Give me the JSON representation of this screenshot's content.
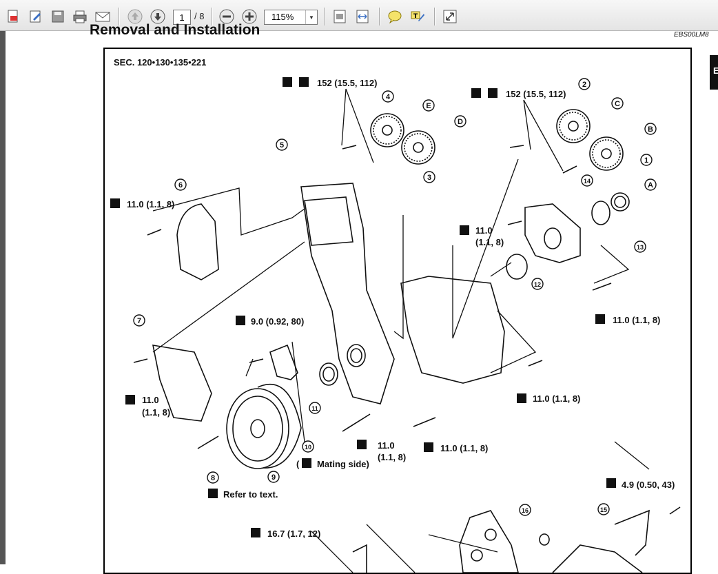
{
  "toolbar": {
    "page_current": "1",
    "page_total": "/ 8",
    "zoom": "115%"
  },
  "document": {
    "title": "Removal and Installation",
    "code": "EBS00LM8",
    "tab": "E"
  },
  "diagram": {
    "section": "SEC. 120•130•135•221",
    "torques": {
      "t1": "152 (15.5, 112)",
      "t2": "152 (15.5, 112)",
      "t3": "11.0 (1.1, 8)",
      "t4a": "11.0",
      "t4b": "(1.1, 8)",
      "t5": "11.0 (1.1, 8)",
      "t6": "9.0 (0.92, 80)",
      "t7a": "11.0",
      "t7b": "(1.1, 8)",
      "t8": "11.0 (1.1, 8)",
      "t9a": "11.0",
      "t9b": "(1.1, 8)",
      "t10": "11.0 (1.1, 8)",
      "t11": "4.9 (0.50, 43)",
      "t12": "16.7 (1.7, 12)"
    },
    "notes": {
      "mating_open": "(",
      "mating": "Mating side)",
      "refer": "Refer to text."
    },
    "callouts": [
      "1",
      "2",
      "3",
      "4",
      "5",
      "6",
      "7",
      "8",
      "9",
      "10",
      "11",
      "12",
      "13",
      "14",
      "15",
      "16"
    ],
    "letters": [
      "A",
      "B",
      "C",
      "D",
      "E"
    ]
  },
  "colors": {
    "ink": "#111111",
    "toolbar": "#e8e8e8",
    "accent": "#3a6fc4"
  }
}
